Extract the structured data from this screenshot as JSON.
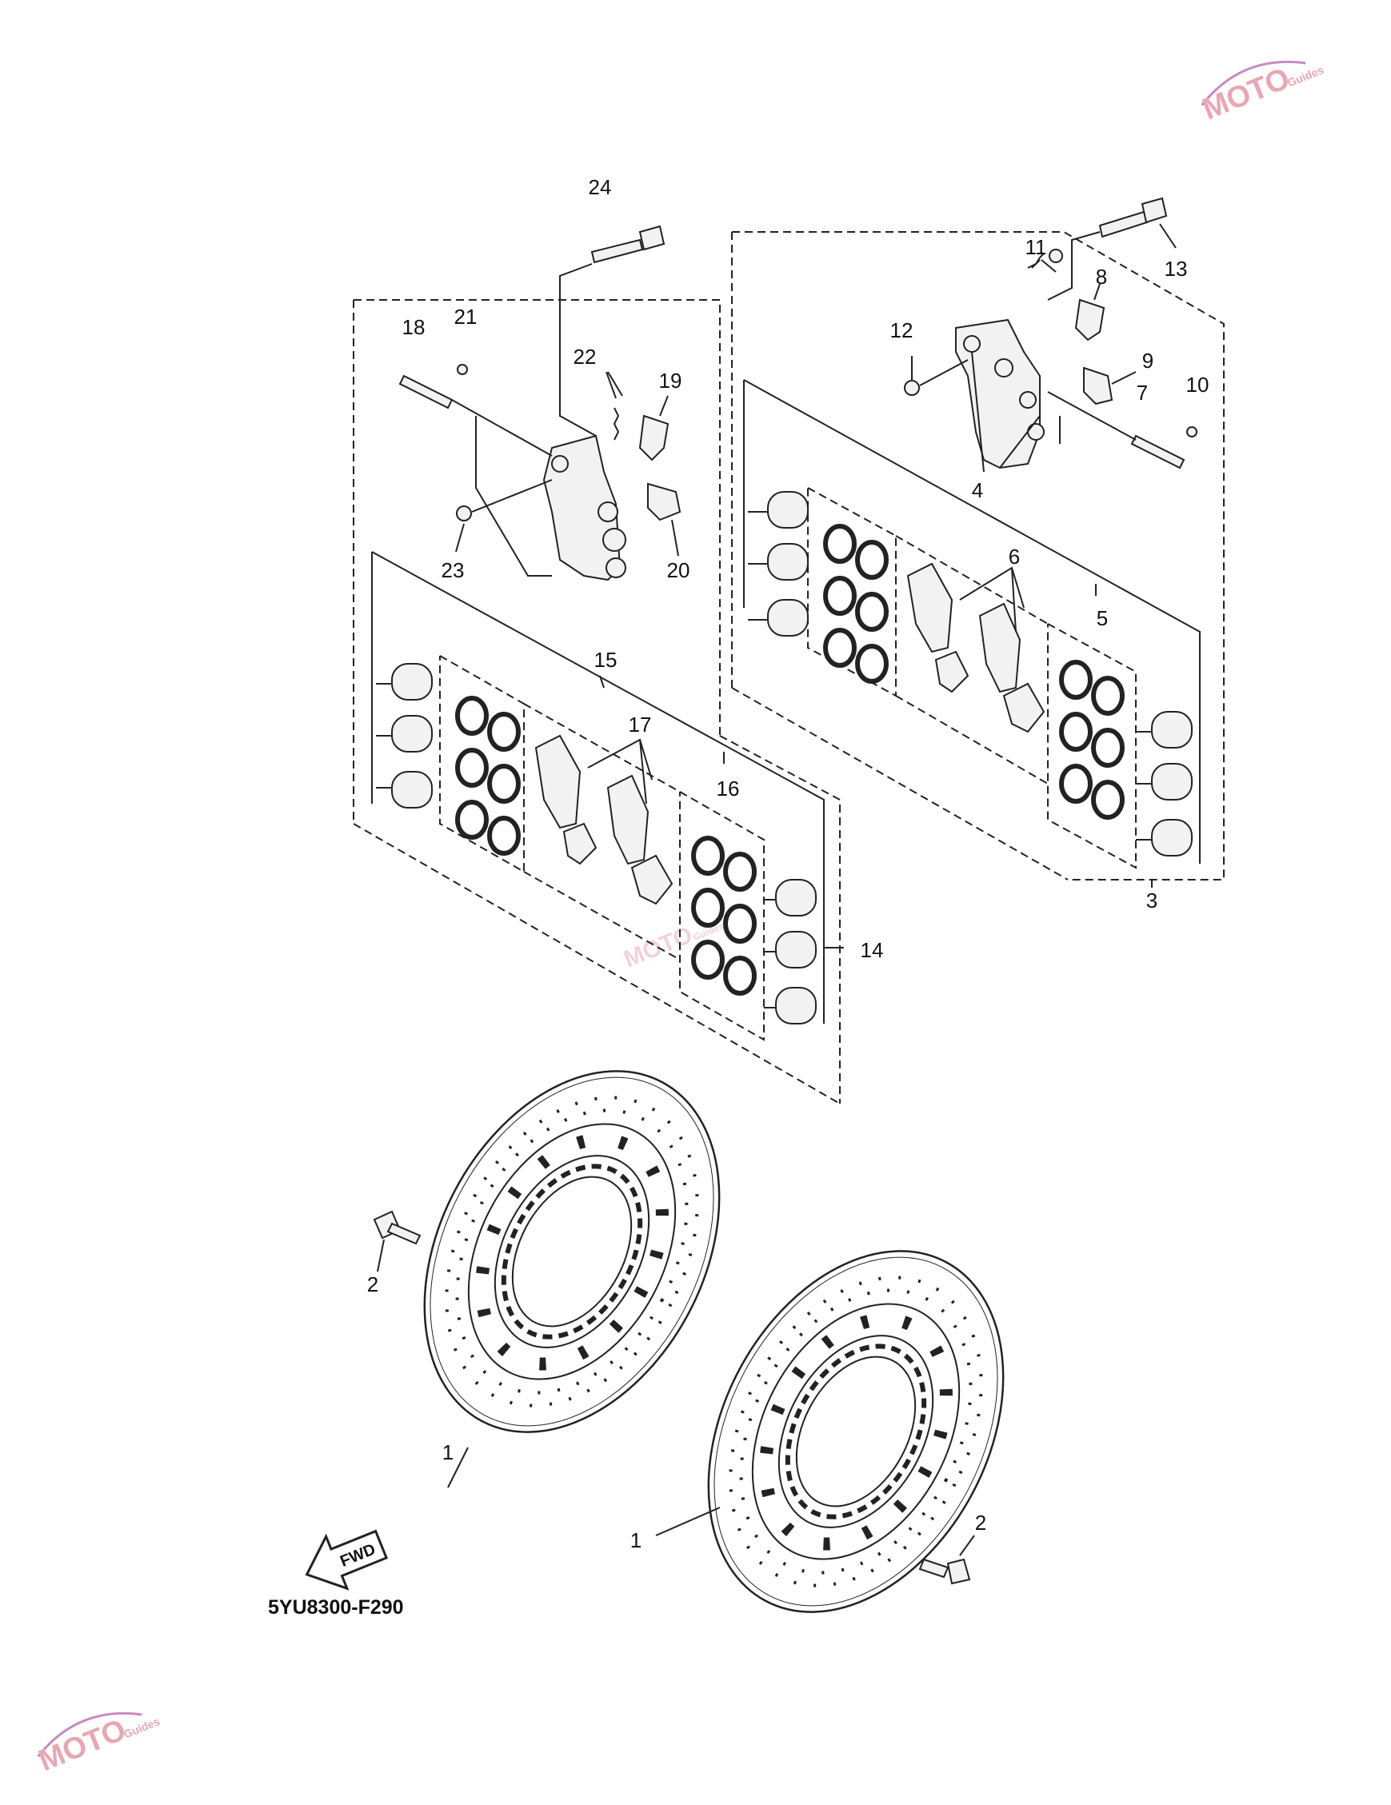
{
  "labels": [
    "1",
    "1",
    "2",
    "2",
    "3",
    "4",
    "5",
    "6",
    "7",
    "8",
    "9",
    "10",
    "11",
    "12",
    "13",
    "14",
    "15",
    "16",
    "17",
    "18",
    "19",
    "20",
    "21",
    "22",
    "23",
    "24"
  ],
  "diagram_code": "5YU8300-F290",
  "fwd_label": "FWD",
  "watermark": {
    "logo_text": "MOTO",
    "logo_subtext": "Guides",
    "color": "#e7a7b3"
  }
}
